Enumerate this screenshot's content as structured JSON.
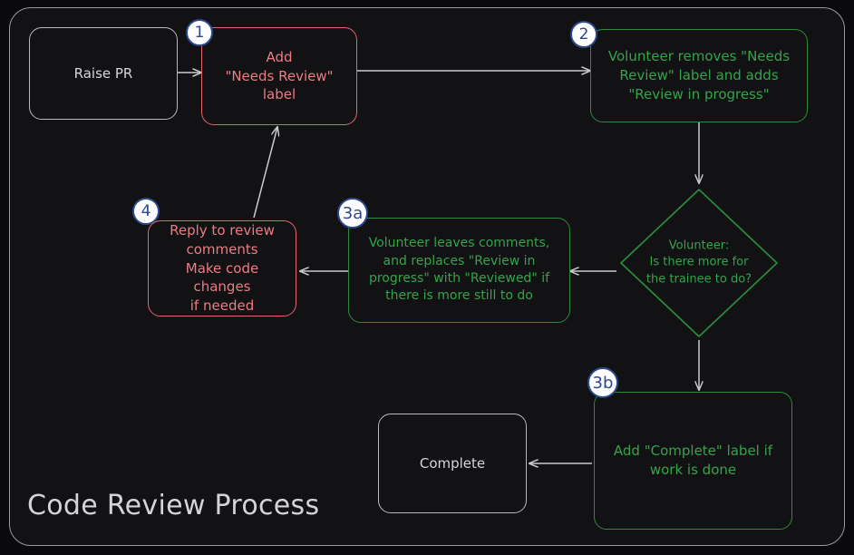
{
  "diagram": {
    "title": "Code Review Process",
    "frame_border_color": "#9a9a9e",
    "background_color": "#0a0a0d",
    "canvas_color": "#121214",
    "colors": {
      "neutral": "#b9b9bd",
      "red_border": "#e1636d",
      "red_text": "#ec7b83",
      "green_border": "#2b8a3e",
      "green_text": "#35a34a",
      "badge_fill": "#fdfdff",
      "badge_ring": "#2b4a8b",
      "badge_text": "#2b4a8b",
      "edge": "#c9c9cc",
      "title_text": "#d4d4d6"
    }
  },
  "nodes": {
    "raise_pr": {
      "label": "Raise PR",
      "style": "neutral",
      "shape": "rounded-rect"
    },
    "add_needs_review": {
      "label": "Add\n\"Needs Review\"\nlabel",
      "style": "red",
      "shape": "rounded-rect"
    },
    "volunteer_removes": {
      "label": "Volunteer removes \"Needs\nReview\" label and adds\n\"Review in progress\"",
      "style": "green",
      "shape": "rounded-rect"
    },
    "decision": {
      "label": "Volunteer:\nIs there more for\nthe trainee to do?",
      "style": "green",
      "shape": "diamond"
    },
    "volunteer_comments": {
      "label": "Volunteer leaves comments,\nand replaces \"Review in\nprogress\" with \"Reviewed\" if\nthere is more still to do",
      "style": "green",
      "shape": "rounded-rect"
    },
    "reply_to_review": {
      "label": "Reply to review\ncomments\nMake code changes\nif needed",
      "style": "red",
      "shape": "rounded-rect"
    },
    "add_complete": {
      "label": "Add \"Complete\" label if\nwork is done",
      "style": "green",
      "shape": "rounded-rect"
    },
    "complete": {
      "label": "Complete",
      "style": "neutral",
      "shape": "rounded-rect"
    }
  },
  "badges": {
    "step1": "1",
    "step2": "2",
    "step3a": "3a",
    "step3b": "3b",
    "step4": "4"
  },
  "edges": [
    {
      "from": "raise_pr",
      "to": "add_needs_review",
      "label": ""
    },
    {
      "from": "add_needs_review",
      "to": "volunteer_removes",
      "label": ""
    },
    {
      "from": "volunteer_removes",
      "to": "decision",
      "label": ""
    },
    {
      "from": "decision",
      "to": "volunteer_comments",
      "label": ""
    },
    {
      "from": "decision",
      "to": "add_complete",
      "label": ""
    },
    {
      "from": "volunteer_comments",
      "to": "reply_to_review",
      "label": ""
    },
    {
      "from": "reply_to_review",
      "to": "add_needs_review",
      "label": ""
    },
    {
      "from": "add_complete",
      "to": "complete",
      "label": ""
    }
  ]
}
